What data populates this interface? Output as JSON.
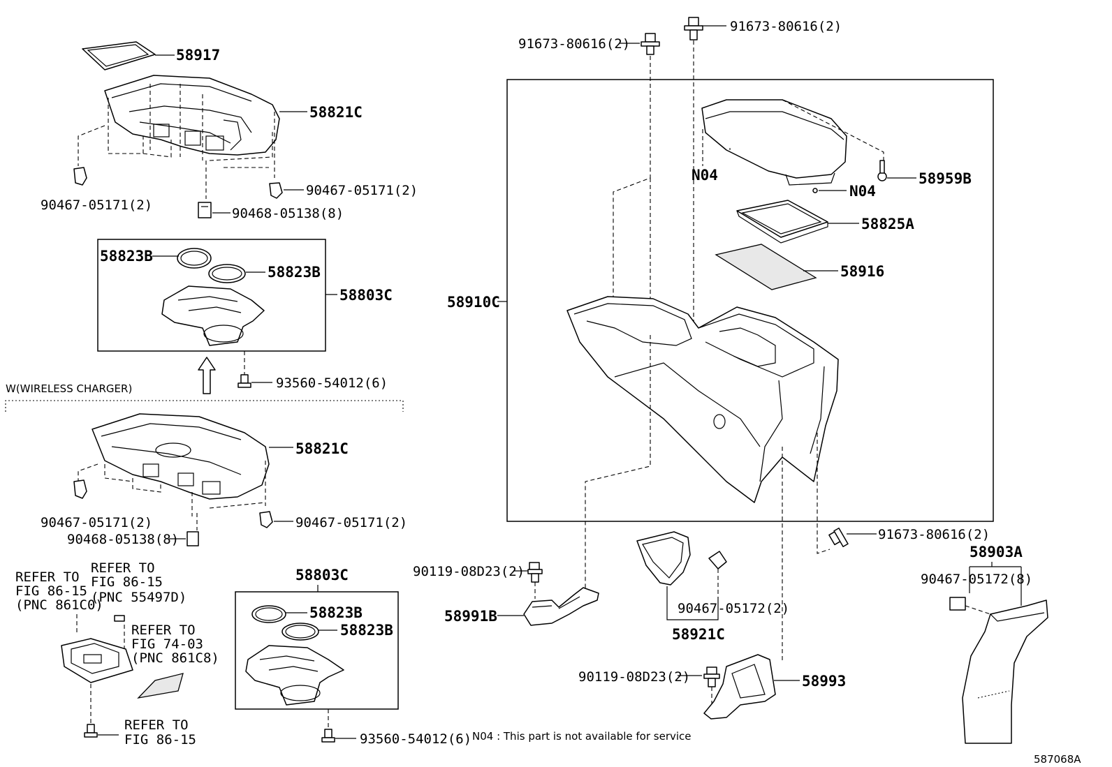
{
  "labels": {
    "p58917": "58917",
    "p58821c_top": "58821C",
    "c9046705171_a": "90467-05171(2)",
    "c9046705171_b": "90467-05171(2)",
    "c9046805138_a": "90468-05138(8)",
    "p58823b_1": "58823B",
    "p58823b_2": "58823B",
    "p58803c_a": "58803C",
    "s9356054012_a": "93560-54012(6)",
    "wireless_charger": "W(WIRELESS CHARGER)",
    "p58821c_mid": "58821C",
    "c9046705171_c": "90467-05171(2)",
    "c9046705171_d": "90467-05171(2)",
    "c9046805138_b": "90468-05138(8)",
    "refer_a_1": "REFER TO",
    "refer_a_2": "FIG 86-15",
    "refer_a_3": "(PNC 861C0)",
    "refer_b_1": "REFER TO",
    "refer_b_2": "FIG 86-15",
    "refer_b_3": "(PNC 55497D)",
    "refer_c_1": "REFER TO",
    "refer_c_2": "FIG 74-03",
    "refer_c_3": "(PNC 861C8)",
    "refer_d_1": "REFER TO",
    "refer_d_2": "FIG 86-15",
    "p58803c_b": "58803C",
    "p58823b_3": "58823B",
    "p58823b_4": "58823B",
    "s9356054012_b": "93560-54012(6)",
    "b9167380616_a": "91673-80616(2)",
    "b9167380616_b": "91673-80616(2)",
    "p58910c": "58910C",
    "n04_a": "N04",
    "n04_b": "N04",
    "p58959b": "58959B",
    "p58825a": "58825A",
    "p58916": "58916",
    "b9167380616_c": "91673-80616(2)",
    "b9011908d23_a": "90119-08D23(2)",
    "p58991b": "58991B",
    "c9046705172_a": "90467-05172(2)",
    "p58921c": "58921C",
    "b9011908d23_b": "90119-08D23(2)",
    "p58993": "58993",
    "p58903a": "58903A",
    "c9046705172_b": "90467-05172(8)",
    "note_n04": "N04 : This part is not available for service",
    "figure_id": "587068A"
  }
}
